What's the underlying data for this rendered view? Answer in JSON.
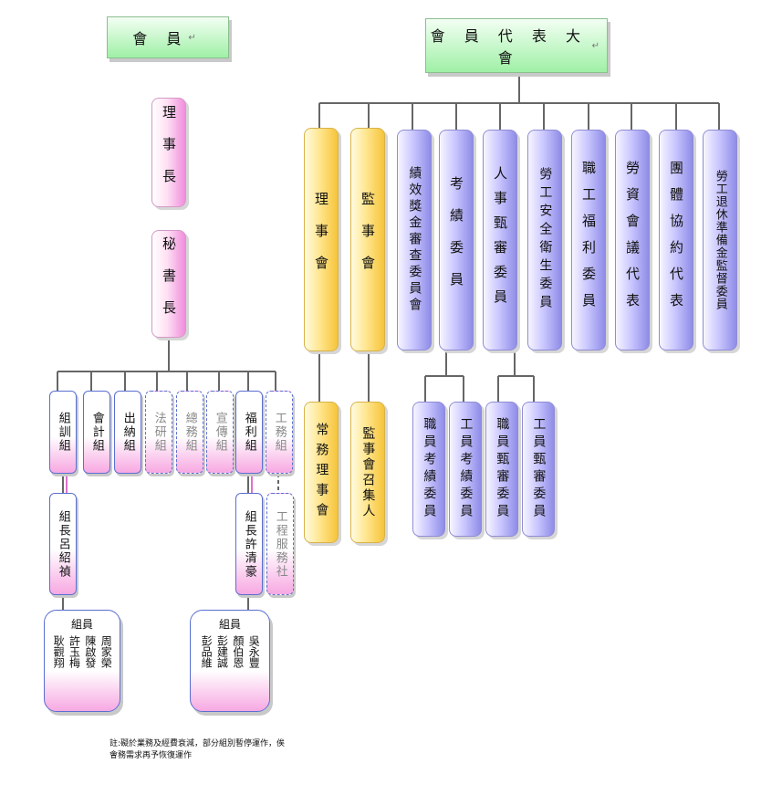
{
  "title_member": "會 員",
  "title_assembly": "會 員 代 表 大 會",
  "chair": "理事長",
  "secretary": "秘書長",
  "sections": [
    "組訓組",
    "會計組",
    "出納組",
    "法研組",
    "總務組",
    "宣傳組",
    "福利組",
    "工務組"
  ],
  "leader_left": "組長呂紹禎",
  "leader_right": "組長許清豪",
  "service_unit": "工程服務社",
  "team_left": {
    "heading": "組員",
    "members": [
      "周家榮",
      "陳啟發",
      "許玉梅",
      "耿觀翔"
    ]
  },
  "team_right": {
    "heading": "組員",
    "members": [
      "吳永豐",
      "顏伯恩",
      "彭建誠",
      "彭品維"
    ]
  },
  "council": "理事會",
  "supervisors": "監事會",
  "standing": "常務理事會",
  "convener": "監事會召集人",
  "committees": [
    "績效獎金審查委員會",
    "考績委員",
    "人事甄審委員",
    "勞工安全衛生委員",
    "職工福利委員",
    "勞資會議代表",
    "團體協約代表",
    "勞工退休準備金監督委員"
  ],
  "subcommittees": [
    "職員考績委員",
    "工員考績委員",
    "職員甄審委員",
    "工員甄審委員"
  ],
  "note_text": "註:礙於業務及經費衰減，部分組別暫停運作，俟會務需求再予恢復運作",
  "colors": {
    "green": "#9ff0a6",
    "pink": "#f08ddc",
    "yellow": "#f6c43a",
    "purple": "#8f8ce8"
  }
}
